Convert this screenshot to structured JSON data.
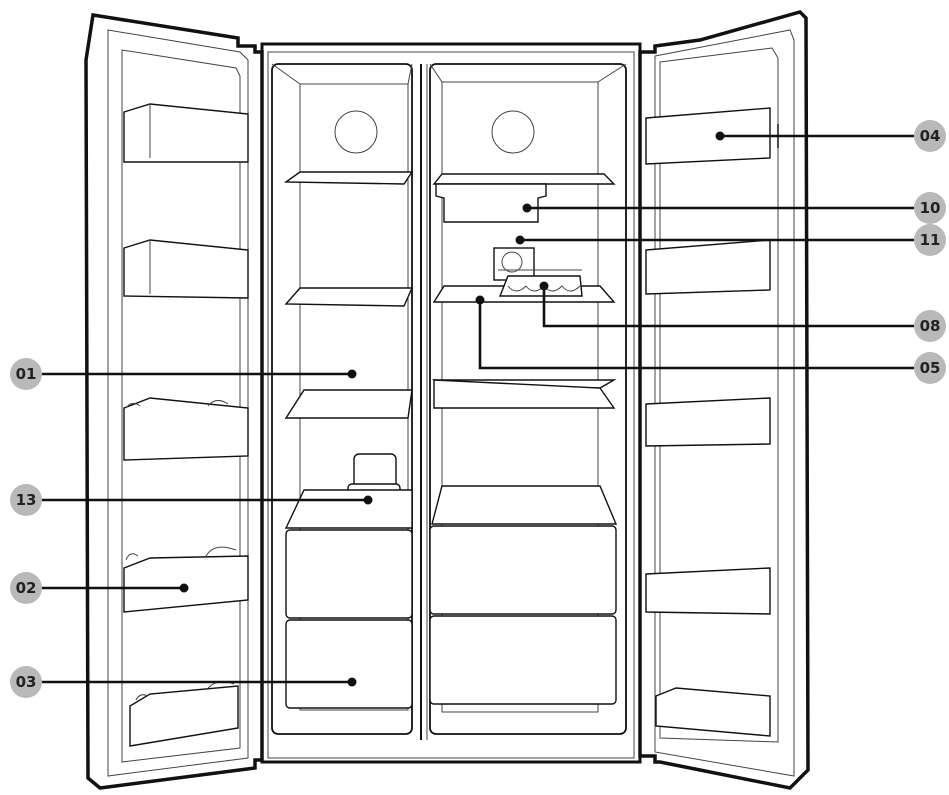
{
  "colors": {
    "badge_fill": "#b9b9b9",
    "badge_text": "#222222",
    "line": "#111111",
    "background": "#ffffff"
  },
  "callouts": [
    {
      "id": "01",
      "label": "01",
      "side": "left"
    },
    {
      "id": "13",
      "label": "13",
      "side": "left"
    },
    {
      "id": "02",
      "label": "02",
      "side": "left"
    },
    {
      "id": "03",
      "label": "03",
      "side": "left"
    },
    {
      "id": "04",
      "label": "04",
      "side": "right"
    },
    {
      "id": "10",
      "label": "10",
      "side": "right"
    },
    {
      "id": "11",
      "label": "11",
      "side": "right"
    },
    {
      "id": "08",
      "label": "08",
      "side": "right"
    },
    {
      "id": "05",
      "label": "05",
      "side": "right"
    }
  ]
}
